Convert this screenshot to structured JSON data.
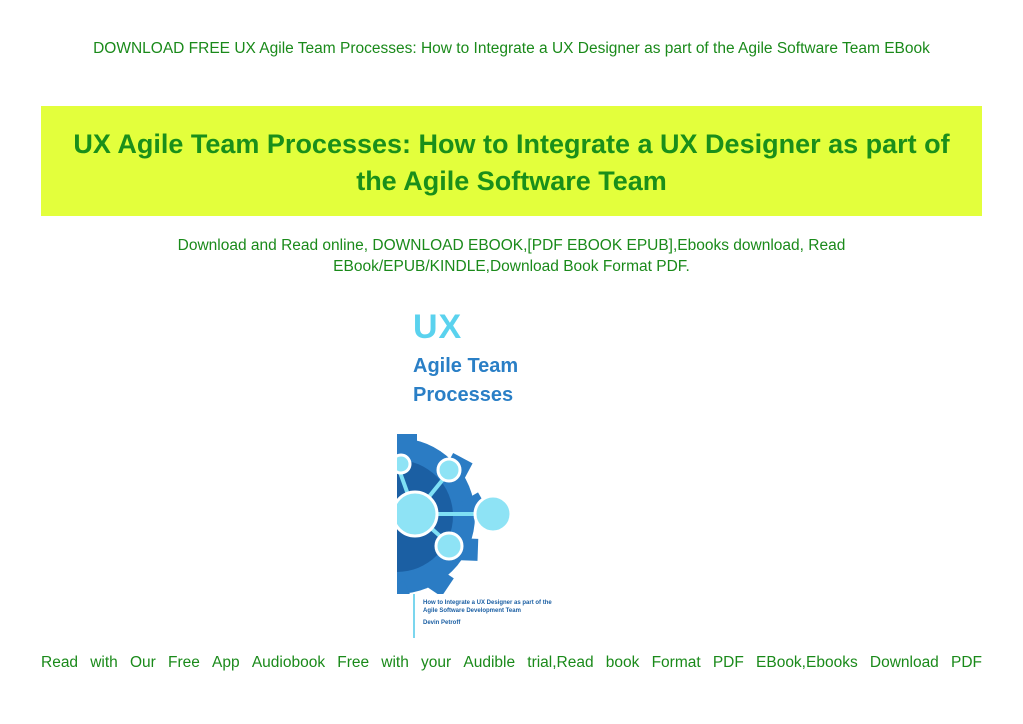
{
  "header": {
    "text": "DOWNLOAD FREE UX Agile Team Processes: How to Integrate a UX Designer as part of the Agile Software Team EBook"
  },
  "banner": {
    "title": "UX Agile Team Processes: How to Integrate a UX Designer as part of the Agile Software Team",
    "background": "#e3ff3c",
    "text_color": "#1a8f1a"
  },
  "intro": {
    "line1": "Download and Read online, DOWNLOAD EBOOK,[PDF EBOOK EPUB],Ebooks download, Read",
    "line2": "EBook/EPUB/KINDLE,Download Book Format PDF."
  },
  "cover": {
    "ux": "UX",
    "title_line1": "Agile Team",
    "title_line2": "Processes",
    "subtitle_line1": "How to Integrate a UX Designer as part of the",
    "subtitle_line2": "Agile Software Development Team",
    "author": "Devin Petroff",
    "icon": "gear-network-icon"
  },
  "footer": {
    "text": "Read with Our Free App Audiobook Free with your Audible trial,Read book Format PDF EBook,Ebooks Download PDF"
  }
}
